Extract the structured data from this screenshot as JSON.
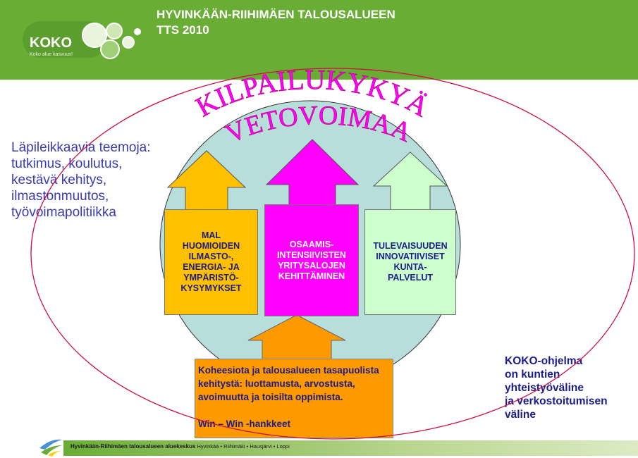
{
  "header": {
    "logo_text": "KOKO",
    "logo_tagline": "Koko alue kasvuun!",
    "title_line1": "HYVINKÄÄN-RIIHIMÄEN TALOUSALUEEN",
    "title_line2": "TTS 2010"
  },
  "arc_words": {
    "outer": "KILPAILUKYKYÄ",
    "inner": "VETOVOIMAA"
  },
  "side_text": [
    "Läpileikkaavia teemoja:",
    "tutkimus, koulutus,",
    "kestävä kehitys,",
    "ilmastonmuutos,",
    "työvoimapolitiikka"
  ],
  "boxes": {
    "mal": [
      "MAL",
      "HUOMIOIDEN",
      "ILMASTO-,",
      "ENERGIA- JA",
      "YMPÄRISTÖ-",
      "KYSYMYKSET"
    ],
    "osaamis": [
      "OSAAMIS-",
      "INTENSIIVISTEN",
      "YRITYSALOJEN",
      "KEHITTÄMINEN"
    ],
    "tulevaisuuden": [
      "TULEVAISUUDEN",
      "INNOVATIIVISET",
      "KUNTA-",
      "PALVELUT"
    ]
  },
  "bottom_box": {
    "lines": [
      "Koheesiota ja talousalueen tasapuolista",
      "kehitystä: luottamusta, arvostusta,",
      "avoimuutta ja toisilta oppimista."
    ],
    "win": "Win – Win -hankkeet"
  },
  "koko_text": [
    "KOKO-ohjelma",
    "on kuntien",
    "yhteistyöväline",
    "ja verkostoitumisen",
    "väline"
  ],
  "footer": {
    "bold": "Hyvinkään-Riihimäen talousalueen aluekeskus",
    "towns": "Hyvinkää • Riihimäki • Hausjärvi • Loppi"
  },
  "colors": {
    "header_green": "#6aad35",
    "ellipse_fill": "#b8dedc",
    "magenta": "#ff00ff",
    "yellow": "#ffc000",
    "light_green": "#ccffcc",
    "orange": "#ff9900",
    "text_blue": "#1c1c8c",
    "outer_ellipse": "#cc1144"
  }
}
